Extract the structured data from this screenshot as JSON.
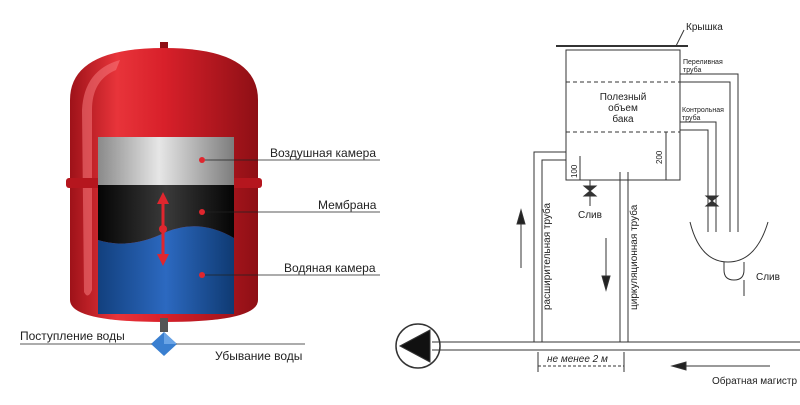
{
  "tank_diagram": {
    "labels": {
      "air_chamber": "Воздушная камера",
      "membrane": "Мембрана",
      "water_chamber": "Водяная камера",
      "water_inflow": "Поступление воды",
      "water_outflow": "Убывание воды"
    },
    "colors": {
      "shell": "#d8202a",
      "air": "#c9c9c9",
      "membrane": "#111111",
      "water": "#1d56a8",
      "valve": "#3a7fd0",
      "marker": "#e0262e"
    }
  },
  "scheme_diagram": {
    "labels": {
      "lid": "Крышка",
      "overflow_pipe_line1": "Переливная",
      "overflow_pipe_line2": "труба",
      "useful_volume_line1": "Полезный",
      "useful_volume_line2": "объем",
      "useful_volume_line3": "бака",
      "control_pipe_line1": "Контрольная",
      "control_pipe_line2": "труба",
      "dim_100": "100",
      "dim_200": "200",
      "drain_left": "Слив",
      "drain_right": "Слив",
      "expansion_pipe": "расширительная труба",
      "circulation_pipe": "циркуляционная труба",
      "min_distance": "не менее 2 м",
      "return_main": "Обратная магистр"
    }
  }
}
